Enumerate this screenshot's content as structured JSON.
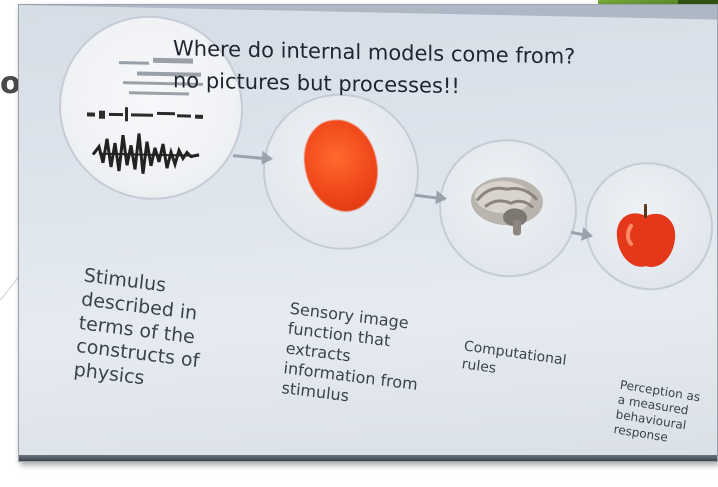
{
  "slide": {
    "title_line_1": "Where do internal models come from?",
    "title_line_2": "no pictures but processes!!",
    "side_fragment": "ot"
  },
  "stages": [
    {
      "caption": "Stimulus described in terms of the constructs of physics",
      "image": "waveform-and-equation-icon"
    },
    {
      "caption": "Sensory image function that extracts information from stimulus",
      "image": "red-blob-icon"
    },
    {
      "caption": "Computational rules",
      "image": "brain-icon"
    },
    {
      "caption": "Perception as a measured behavioural response",
      "image": "apple-icon"
    }
  ],
  "colors": {
    "accent_green": "#5b8a2a",
    "slide_bg": "#dfe5ed",
    "text": "#1f2630",
    "apple_red": "#e5381b"
  }
}
